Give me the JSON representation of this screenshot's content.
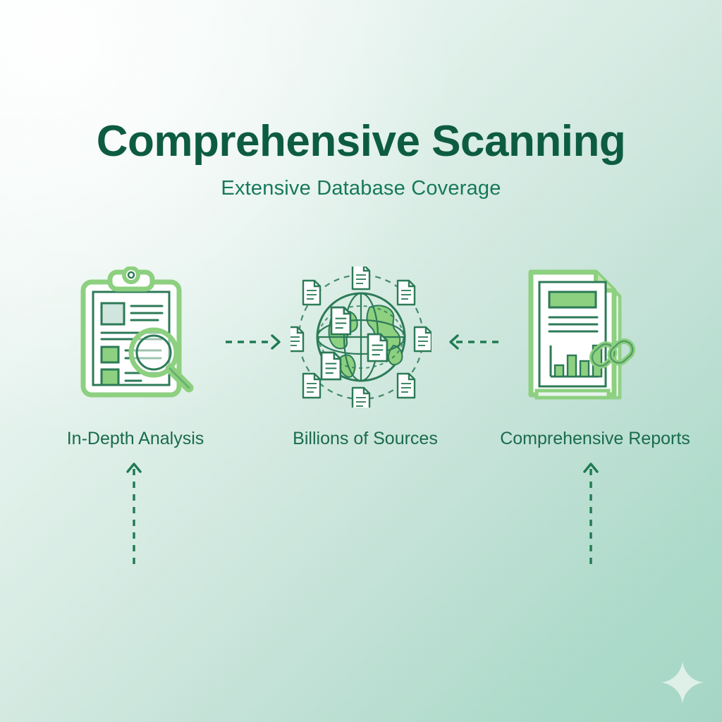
{
  "page": {
    "title": "Comprehensive Scanning",
    "subtitle": "Extensive Database Coverage",
    "background_from": "#f6fbfa",
    "background_to": "#a5d6c5",
    "title_color": "#0d5c42",
    "subtitle_color": "#16795a",
    "label_color": "#1a6b4e",
    "accent_light_green": "#8dd080",
    "accent_dark_green": "#1f7a52"
  },
  "steps": [
    {
      "id": "in-depth-analysis",
      "label": "In-Depth Analysis",
      "icon": "clipboard-magnifier-icon"
    },
    {
      "id": "billions-of-sources",
      "label": "Billions of Sources",
      "icon": "globe-documents-icon"
    },
    {
      "id": "comprehensive-reports",
      "label": "Comprehensive Reports",
      "icon": "report-chart-link-icon"
    }
  ],
  "connectors": [
    {
      "id": "left-arrow",
      "icon": "dashed-arrow-right-icon",
      "direction": "right"
    },
    {
      "id": "right-arrow",
      "icon": "dashed-arrow-left-icon",
      "direction": "left"
    },
    {
      "id": "left-up-arrow",
      "icon": "dashed-arrow-up-icon",
      "direction": "up"
    },
    {
      "id": "right-up-arrow",
      "icon": "dashed-arrow-up-icon",
      "direction": "up"
    }
  ],
  "decorations": {
    "sparkle": "sparkle-icon",
    "sparkle_color": "#dff0e9"
  }
}
